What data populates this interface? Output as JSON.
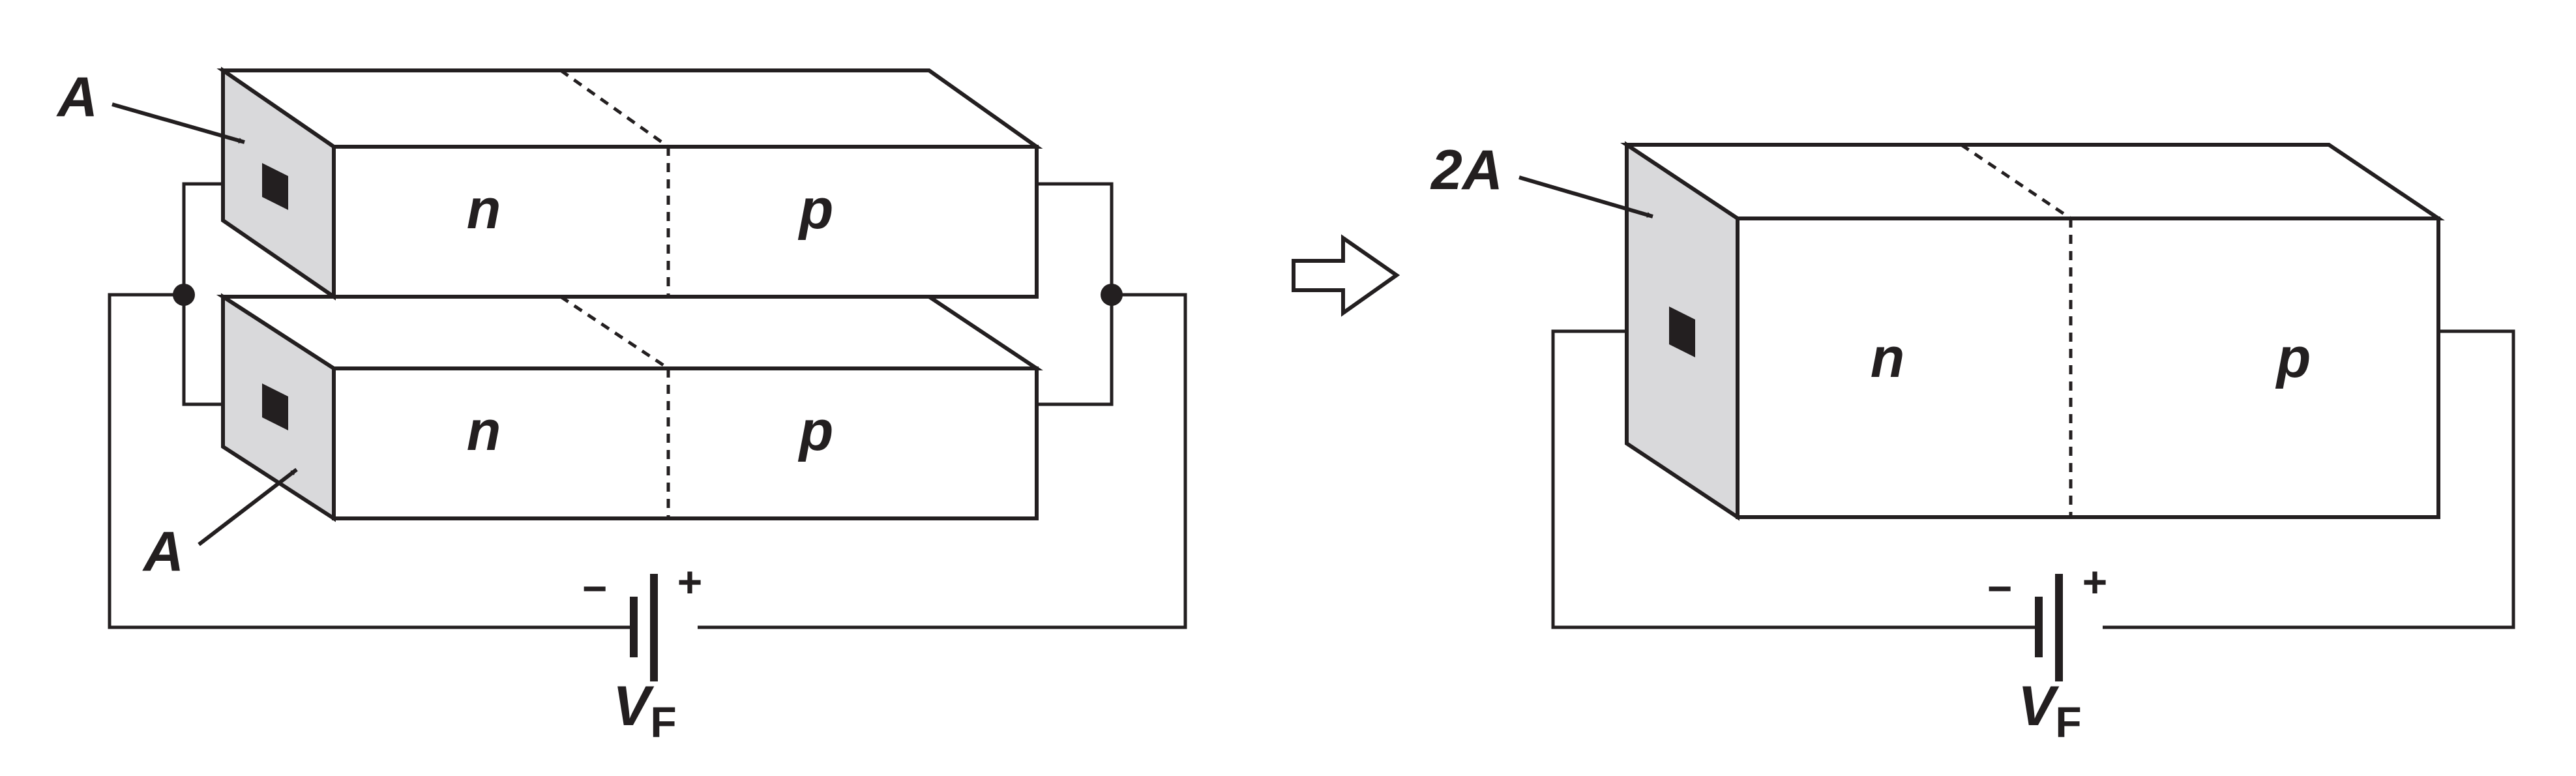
{
  "colors": {
    "stroke": "#231f20",
    "contact_face": "#d9d9db",
    "background": "#ffffff"
  },
  "left": {
    "top_bar": {
      "n_label": "n",
      "p_label": "p"
    },
    "bottom_bar": {
      "n_label": "n",
      "p_label": "p"
    },
    "area_top_label": "A",
    "area_bottom_label": "A",
    "battery": {
      "minus": "−",
      "plus": "+",
      "label": "V",
      "label_sub": "F"
    }
  },
  "arrow_icon": "hollow-right-arrow-icon",
  "right": {
    "bar": {
      "n_label": "n",
      "p_label": "p"
    },
    "area_label": "2A",
    "battery": {
      "minus": "−",
      "plus": "+",
      "label": "V",
      "label_sub": "F"
    }
  }
}
